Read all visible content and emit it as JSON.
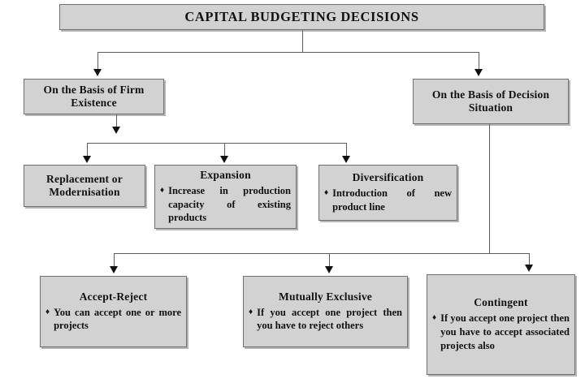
{
  "diagram": {
    "title": "CAPITAL BUDGETING DECISIONS",
    "type": "flowchart",
    "colors": {
      "box_fill": "#d2d2d2",
      "box_border": "#6f6f6f",
      "connector": "#5c5c5c",
      "text": "#111111",
      "background": "#ffffff"
    },
    "bullet_glyph": "♦"
  },
  "nodes": {
    "root": {
      "title": "CAPITAL BUDGETING DECISIONS"
    },
    "firm_existence": {
      "title": "On the Basis of Firm Existence"
    },
    "decision_situation": {
      "title": "On the Basis of Decision Situation"
    },
    "replacement": {
      "title": "Replacement or Modernisation",
      "bullet": ""
    },
    "expansion": {
      "title": "Expansion",
      "bullet": "Increase in production capacity of existing products"
    },
    "diversification": {
      "title": "Diversification",
      "bullet": "Introduction of new product line"
    },
    "accept_reject": {
      "title": "Accept-Reject",
      "bullet": "You can accept one or more projects"
    },
    "mutually_exclusive": {
      "title": "Mutually Exclusive",
      "bullet": "If you accept one project then you have to reject others"
    },
    "contingent": {
      "title": "Contingent",
      "bullet": "If you accept one project then you have to accept associated projects also"
    }
  },
  "edges": [
    {
      "from": "root",
      "to": "firm_existence"
    },
    {
      "from": "root",
      "to": "decision_situation"
    },
    {
      "from": "firm_existence",
      "to": "replacement"
    },
    {
      "from": "firm_existence",
      "to": "expansion"
    },
    {
      "from": "firm_existence",
      "to": "diversification"
    },
    {
      "from": "decision_situation",
      "to": "accept_reject"
    },
    {
      "from": "decision_situation",
      "to": "mutually_exclusive"
    },
    {
      "from": "decision_situation",
      "to": "contingent"
    }
  ]
}
